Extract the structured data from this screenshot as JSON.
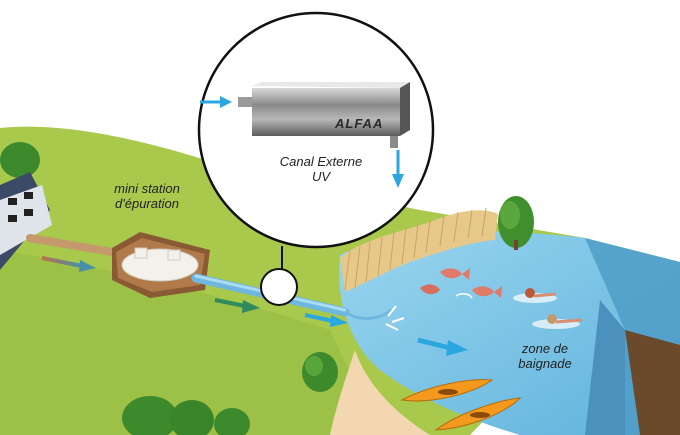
{
  "labels": {
    "station": "mini station d'épuration",
    "uv_unit_line1": "Canal Externe",
    "uv_unit_line2": "UV",
    "zone_line1": "zone de",
    "zone_line2": "baignade"
  },
  "brand": "ALFAA",
  "colors": {
    "grass": "#a6c84a",
    "grass_dark": "#8db03b",
    "water": "#7cc6e6",
    "water_deep": "#4aa3cf",
    "pipe": "#6fb7de",
    "arrow": "#2ba7df",
    "arrow_green": "#2f8a5e",
    "soil": "#b07a4a",
    "sand": "#f2d7b0",
    "reeds": "#e6c98a",
    "kayak": "#f39a1e"
  },
  "icons": [
    "house-icon",
    "septic-tank-icon",
    "uv-unit-icon",
    "fish-icon",
    "swimmer-icon",
    "kayak-icon",
    "tree-icon",
    "reeds-icon"
  ]
}
